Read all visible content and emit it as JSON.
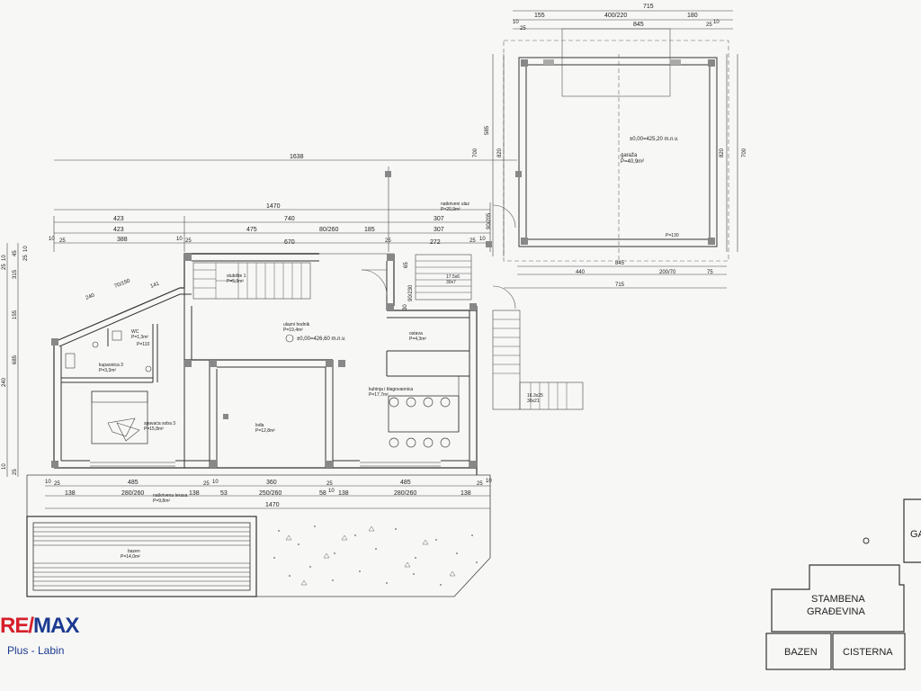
{
  "top_dims": {
    "garage_total": "715",
    "garage_parts": [
      "155",
      "400/220",
      "180"
    ],
    "garage_inner": "845",
    "garage_edge": [
      "10",
      "25",
      "25",
      "10"
    ]
  },
  "house_dims": {
    "d1638": "1638",
    "d1470": "1470",
    "row423a": [
      "423",
      "740",
      "307"
    ],
    "row423b": [
      "423",
      "475",
      "80/260",
      "185",
      "307"
    ],
    "row388": [
      "10",
      "25",
      "388",
      "10",
      "25",
      "670",
      "25",
      "272",
      "25",
      "10"
    ],
    "d240": "240",
    "d70": "70/150",
    "d141": "141",
    "d110": "P=110"
  },
  "rooms": {
    "garaza_level": "±0,00=425,20 m.n.v.",
    "garaza_name": "garaža",
    "garaza_area": "P=40,9m²",
    "ulaz_name": "natkriveni ulaz",
    "ulaz_area": "P=20,9m²",
    "stubiste_name": "stubište 1",
    "stubiste_area": "P=5,3m²",
    "hodnik_name": "ulazni hodnik",
    "hodnik_area": "P=19,4m²",
    "hodnik_level": "±0,00=426,60 m.n.v.",
    "ostava_name": "ostava",
    "ostava_area": "P=4,3m²",
    "wc_name": "WC",
    "wc_area": "P=1,3m²",
    "kupaonica_name": "kupaonica 3",
    "kupaonica_area": "P=3,3m²",
    "spavaca_name": "spavaća soba 3",
    "spavaca_area": "P=15,8m²",
    "lodja_name": "lođa",
    "lodja_area": "P=12,8m²",
    "kuhinja_name": "kuhinja i blagovaonica",
    "kuhinja_area": "P=17,7m²",
    "terasa_name": "natkrivena terasa",
    "terasa_area": "P=9,8m²",
    "bazen_name": "bazen",
    "bazen_area": "P=14,0m²",
    "stairs_label": "17.5x6",
    "stairs_sub": "30x7",
    "stairs2_label": "16.3x25",
    "stairs2_sub": "30x21",
    "p130": "P=130",
    "d845b": "845",
    "d440": "440",
    "d200": "200/70",
    "d75": "75",
    "d715b": "715",
    "d700": "700",
    "d585": "585",
    "d820": "820",
    "d90": "90/205",
    "d65": "65",
    "d90b": "90/230",
    "d30": "30"
  },
  "bottom_dims": {
    "row1": [
      "10",
      "25",
      "485",
      "25",
      "10",
      "360",
      "25",
      "485",
      "25",
      "10"
    ],
    "row2": [
      "138",
      "280/260",
      "138",
      "53",
      "250/260",
      "58",
      "10",
      "138",
      "280/260",
      "138"
    ],
    "d1470": "1470"
  },
  "left_dims": [
    "10",
    "25",
    "155",
    "45",
    "315",
    "685",
    "240",
    "10",
    "25",
    "25",
    "10"
  ],
  "site": {
    "stambena_line1": "STAMBENA",
    "stambena_line2": "GRAĐEVINA",
    "bazen": "BAZEN",
    "cisterna": "CISTERNA",
    "partial": "GA"
  },
  "brand": {
    "logo_prefix": "RE/",
    "logo_suffix": "MAX",
    "logo_sub": "Plus - Labin",
    "primary_color": "#1b3a8f",
    "accent_color": "#d6202a"
  }
}
